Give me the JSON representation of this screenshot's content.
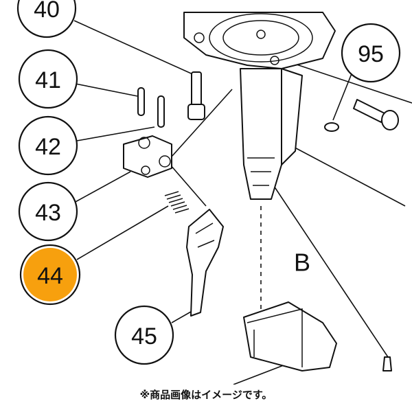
{
  "callouts": {
    "c40": "40",
    "c41": "41",
    "c42": "42",
    "c43": "43",
    "c44": "44",
    "c45": "45",
    "c95": "95"
  },
  "section_label": "B",
  "highlight_color": "#F7A00E",
  "caption": "※商品画像はイメージです。"
}
